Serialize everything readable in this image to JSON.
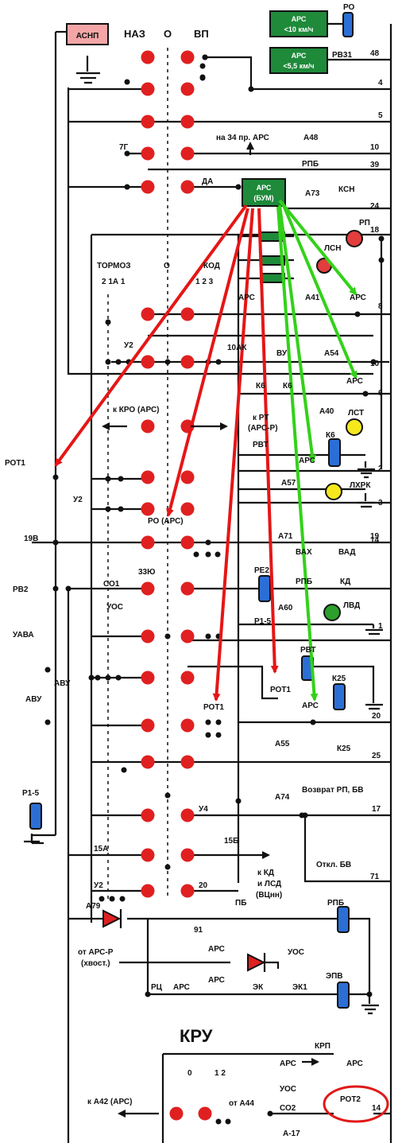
{
  "header": {
    "asnp": "АСНП",
    "naz": "НАЗ",
    "o": "О",
    "vp": "ВП"
  },
  "ars_boxes": {
    "lt10": "АРС\n<10 км/ч",
    "lt55": "АРС\n<5,5 км/ч",
    "bum": "АРС\n(БУМ)"
  },
  "labels": {
    "ro": "РО",
    "rv31": "РВ31",
    "to_34": "на 34 пр. АРС",
    "a48": "А48",
    "sevenG": "7Г",
    "rpb": "РПБ",
    "da": "ДА",
    "a73": "А73",
    "ksn": "КСН",
    "rp": "РП",
    "lsn": "ЛСН",
    "tormoz": "ТОРМОЗ",
    "o2": "О",
    "kod": "КОД",
    "t21a1": "2 1А 1",
    "k123": "1  2  3",
    "ars_a": "АРС",
    "a41": "А41",
    "ars_b": "АРС",
    "u2a": "У2",
    "ak10": "10АК",
    "vu": "ВУ",
    "a54": "А54",
    "ars_c": "АРС",
    "k6a": "К6",
    "k6b": "К6",
    "kro": "к КРО (АРС)",
    "krt": "к РТ\n(АРС-Р)",
    "a40": "А40",
    "lst": "ЛСТ",
    "rot1a": "РОТ1",
    "rvt": "РВТ",
    "ars_d": "АРС",
    "k6c": "К6",
    "u2b": "У2",
    "a57": "А57",
    "lhrk": "ЛХРК",
    "ro_ars": "РО (АРС)",
    "v19": "19В",
    "a71": "А71",
    "rv2": "РВ2",
    "so1": "СО1",
    "zzyu": "33Ю",
    "uos": "УОС",
    "re2": "РЕ2",
    "rpb2": "РПБ",
    "vah": "ВАХ",
    "vad": "ВАД",
    "kd": "КД",
    "uava": "УАВА",
    "a60": "А60",
    "lvd": "ЛВД",
    "r15": "Р1-5",
    "rvt2": "РВТ",
    "avu": "АВУ",
    "avu2": "АВУ",
    "rot1b": "РОТ1",
    "ars_e": "АРС",
    "k25": "К25",
    "rot1c": "РОТ1",
    "a55": "А55",
    "k25b": "К25",
    "r15b": "Р1-5",
    "a74": "А74",
    "vozvrat": "Возврат РП, БВ",
    "u4": "У4",
    "otkl": "Откл. БВ",
    "a15": "15А",
    "b15": "15Б",
    "kkd": "к КД\nи ЛСД\n(ВЦнн)",
    "u2c": "У2",
    "n20": "20",
    "a79": "А79",
    "pb": "ПБ",
    "n91": "91",
    "rpb3": "РПБ",
    "ot_arsr": "от АРС-Р\n(хвост.)",
    "ars_f": "АРС",
    "uos2": "УОС",
    "rc": "РЦ",
    "ars_g": "АРС",
    "ars_h": "АРС",
    "ek": "ЭК",
    "ek1": "ЭК1",
    "epv": "ЭПВ",
    "kru": "КРУ",
    "krp": "КРП",
    "ars_i": "АРС",
    "ars_j": "АРС",
    "k0": "0",
    "k12": "1 2",
    "uos3": "УОС",
    "co2": "СО2",
    "ka42": "к А42 (АРС)",
    "ot_a44": "от А44",
    "a17": "А-17",
    "rot2": "РОТ2",
    "n14": "14"
  },
  "wire_numbers": [
    "48",
    "4",
    "5",
    "10",
    "39",
    "24",
    "18",
    "8",
    "10",
    "6",
    "2",
    "3",
    "19",
    "14",
    "1",
    "20",
    "25",
    "17",
    "71"
  ],
  "colors": {
    "contact": "#e02020",
    "ars_box": "#1e8a3a",
    "asnp_box": "#f4a6a6",
    "arrow_red": "#e51616",
    "arrow_green": "#33d11a",
    "relay_blue": "#2b6fd6",
    "lamp_yellow": "#f6e81d",
    "lamp_green": "#2ca02c",
    "lamp_red": "#e33d3d",
    "highlight_circle": "#e01919"
  }
}
